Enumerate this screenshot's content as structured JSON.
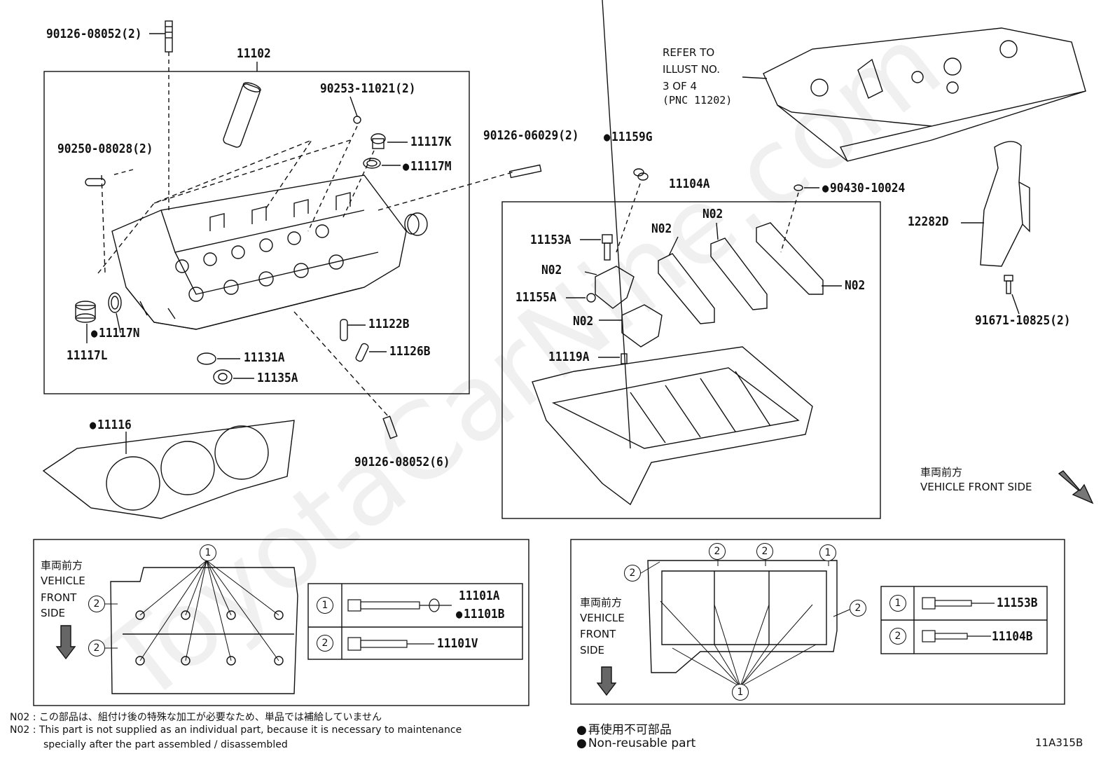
{
  "watermark": "ToyotaCarNine.com",
  "refer_note": [
    "REFER TO",
    "ILLUST NO.",
    "3 OF 4",
    "(PNC 11202)"
  ],
  "labels": {
    "p90126_08052_2": "90126-08052(2)",
    "p11102": "11102",
    "p90253": "90253-11021(2)",
    "p90250": "90250-08028(2)",
    "p11117K": "11117K",
    "p11117M": "11117M",
    "p11117N": "11117N",
    "p11117L": "11117L",
    "p11122B": "11122B",
    "p11126B": "11126B",
    "p11131A": "11131A",
    "p11135A": "11135A",
    "p11116": "11116",
    "p90126_08052_6": "90126-08052(6)",
    "p90126_06029": "90126-06029(2)",
    "p11159G": "11159G",
    "p11104A": "11104A",
    "p90430": "90430-10024",
    "p11153A": "11153A",
    "p11155A": "11155A",
    "p11119A": "11119A",
    "n02": "N02",
    "p12282D": "12282D",
    "p91671": "91671-10825(2)"
  },
  "front_side": {
    "jp": "車両前方",
    "en": "VEHICLE FRONT SIDE",
    "en_lines": [
      "VEHICLE",
      "FRONT",
      "SIDE"
    ]
  },
  "left_table": [
    {
      "num": "1",
      "parts": [
        "11101A",
        "11101B"
      ]
    },
    {
      "num": "2",
      "parts": [
        "11101V"
      ]
    }
  ],
  "right_table": [
    {
      "num": "1",
      "parts": [
        "11153B"
      ]
    },
    {
      "num": "2",
      "parts": [
        "11104B"
      ]
    }
  ],
  "callout_nums": [
    "1",
    "2"
  ],
  "notes": {
    "jp": "N02 : この部品は、組付け後の特殊な加工が必要なため、単品では補給していません",
    "en1": "N02 : This part is not supplied as an individual part, because it is necessary to maintenance",
    "en2": "specially after the part assembled / disassembled"
  },
  "legend": {
    "jp": "再使用不可部品",
    "en": "Non-reusable part"
  },
  "diagram_code": "11A315B"
}
